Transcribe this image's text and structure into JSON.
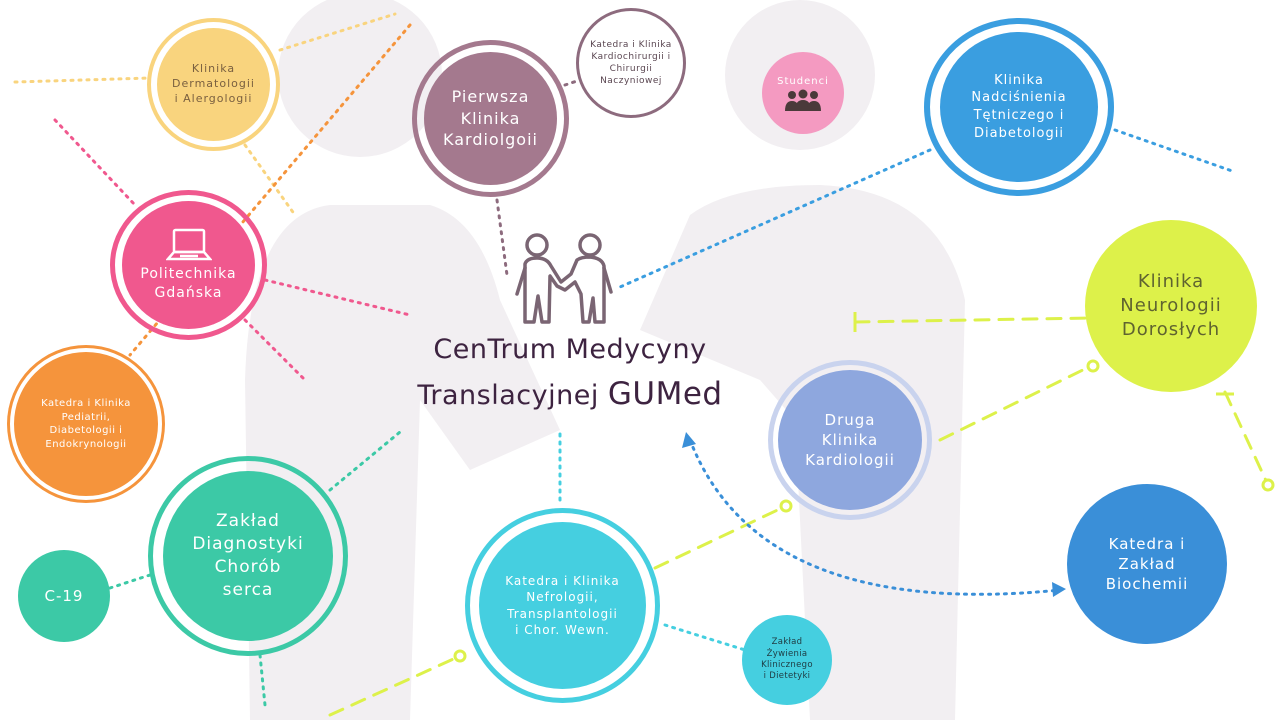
{
  "center": {
    "line1": "CenTrum Medycyny",
    "line2_a": "Translacyjnej ",
    "line2_b": "GUMed"
  },
  "nodes": {
    "dermatologii": "Klinika\nDermatologii\ni Alergologii",
    "pierwsza": "Pierwsza\nKlinika\nKardiolgoii",
    "kardiochirurgii": "Katedra i Klinika\nKardiochirurgii i\nChirurgii\nNaczyniowej",
    "studenci": "Studenci",
    "nadcisnienia": "Klinika\nNadciśnienia\nTętniczego i\nDiabetologii",
    "politechnika": "Politechnika\nGdańska",
    "neurologii": "Klinika\nNeurologii\nDorosłych",
    "pediatrii": "Katedra i Klinika\nPediatrii,\nDiabetologii i\nEndokrynologii",
    "druga": "Druga\nKlinika\nKardiologii",
    "zaklad_diag": "Zakład\nDiagnostyki\nChorób\nserca",
    "c19": "C-19",
    "biochemii": "Katedra i\nZakład\nBiochemii",
    "nefrologii": "Katedra i Klinika\nNefrologii,\nTransplantologii\ni Chor. Wewn.",
    "zywienia": "Zakład\nŻywienia\nKlinicznego\ni Dietetyki"
  },
  "colors": {
    "dermatologii": "#f9d47e",
    "pierwsza": "#a4798e",
    "kardiochirurgii": "#8d6b7e",
    "studenci": "#f49ac1",
    "nadcisnienia": "#3a9ee0",
    "politechnika": "#f0588e",
    "neurologii": "#ddf14a",
    "pediatrii": "#f5943c",
    "druga": "#8ea7de",
    "zaklad_diag": "#3cc9a6",
    "c19": "#3cc9a6",
    "biochemii": "#3a8fd8",
    "nefrologii": "#45cfe0",
    "zywienia": "#45cfe0",
    "silhouette": "#f2eff2",
    "center_text": "#3d2340"
  },
  "icons": [
    "laptop-icon",
    "people-group-icon",
    "handshake-people-icon"
  ]
}
